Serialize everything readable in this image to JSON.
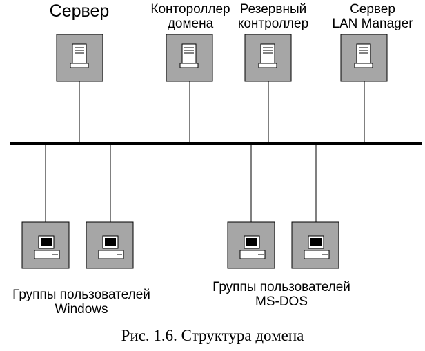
{
  "servers": [
    {
      "label_lines": [
        "Сервер"
      ],
      "icon": "server-tower-icon"
    },
    {
      "label_lines": [
        "Контороллер",
        "домена"
      ],
      "icon": "server-tower-icon"
    },
    {
      "label_lines": [
        "Резервный",
        "контроллер"
      ],
      "icon": "server-tower-icon"
    },
    {
      "label_lines": [
        "Сервер",
        "LAN Manager"
      ],
      "icon": "server-tower-icon"
    }
  ],
  "workstations": [
    {
      "group": "windows",
      "icon": "desktop-computer-icon"
    },
    {
      "group": "windows",
      "icon": "desktop-computer-icon"
    },
    {
      "group": "msdos",
      "icon": "desktop-computer-icon"
    },
    {
      "group": "msdos",
      "icon": "desktop-computer-icon"
    }
  ],
  "groups": {
    "windows": {
      "line1": "Группы пользователей",
      "line2": "Windows"
    },
    "msdos": {
      "line1": "Группы пользователей",
      "line2": "MS-DOS"
    }
  },
  "caption": "Рис. 1.6. Структура домена",
  "colors": {
    "box_fill": "#a6a6a6",
    "line": "#000000",
    "icon_screen": "#000000",
    "icon_body": "#ffffff"
  }
}
